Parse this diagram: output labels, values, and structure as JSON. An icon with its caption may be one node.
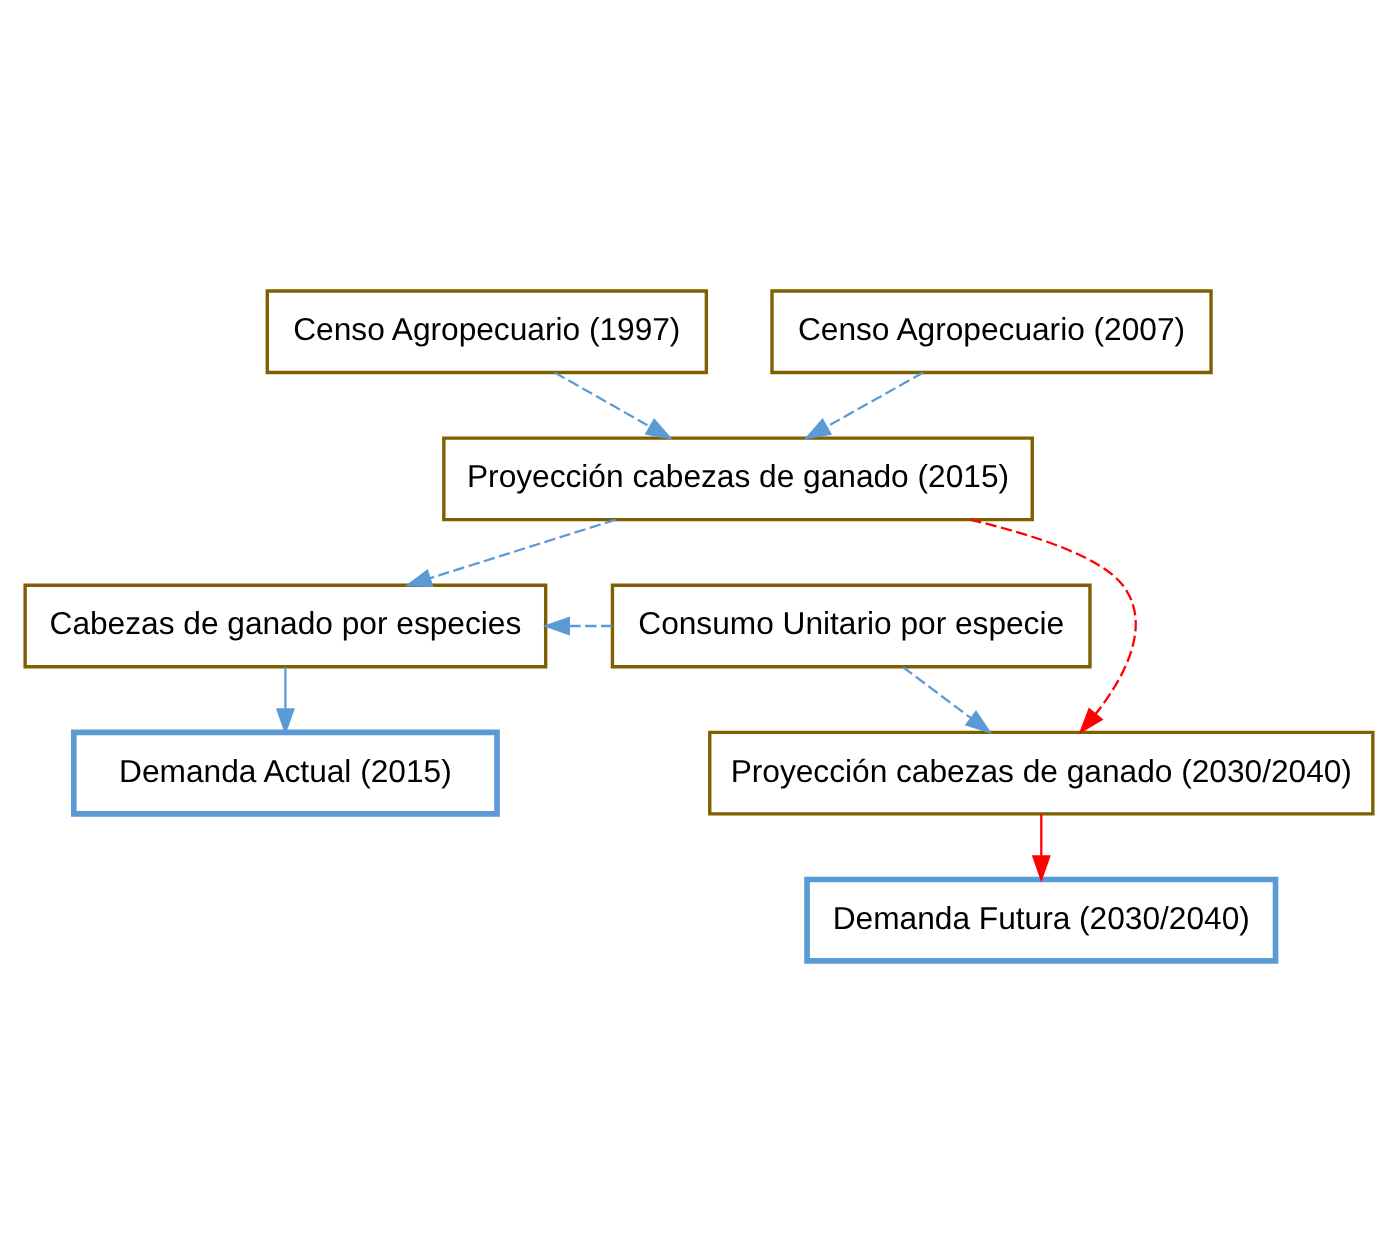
{
  "diagram": {
    "nodes": [
      {
        "text": [
          "Censo Agropecuario (1997)"
        ]
      },
      {
        "text": [
          "Censo Agropecuario (2007)"
        ]
      },
      {
        "text": [
          "Proyección cabezas de ganado (2015)"
        ]
      },
      {
        "text": [
          "Cabezas de ganado por especies"
        ]
      },
      {
        "text": [
          "Consumo Unitario por especie"
        ]
      },
      {
        "text": [
          "Demanda Actual (2015)"
        ]
      },
      {
        "text": [
          "Proyección cabezas de ganado (2030/2040)"
        ]
      },
      {
        "text": [
          "Demanda Futura (2030/2040)"
        ]
      }
    ],
    "edges": [
      {
        "from": 0,
        "to": 2,
        "arrow": "to",
        "style": "dashed"
      },
      {
        "from": 1,
        "to": 2,
        "arrow": "to",
        "style": "dashed"
      },
      {
        "from": 2,
        "to": 3,
        "arrow": "to",
        "style": "dashed"
      },
      {
        "from": 4,
        "to": 3,
        "arrow": "to",
        "style": "dashed"
      },
      {
        "from": 3,
        "to": 5,
        "arrow": "to"
      },
      {
        "from": 2,
        "to": 6,
        "arrow": "to",
        "style": "dashed",
        "color": "#ff0000"
      },
      {
        "from": 4,
        "to": 6,
        "arrow": "to",
        "style": "dashed"
      },
      {
        "from": 6,
        "to": 7,
        "arrow": "to",
        "color": "#ff0000"
      }
    ]
  }
}
